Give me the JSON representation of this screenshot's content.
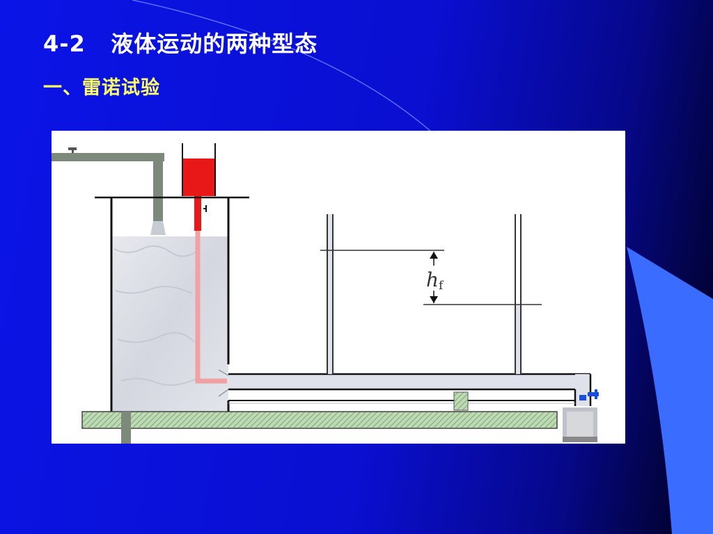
{
  "slide": {
    "title": "4-2   液体运动的两种型态",
    "subtitle": "一、雷诺试验"
  },
  "figure": {
    "label_h": "h",
    "label_sub": "f"
  },
  "colors": {
    "dye": "#e81818",
    "water": "#dfe2ea",
    "pipe": "#7d8a7b",
    "base": "#b9d8b0",
    "valve": "#1a4fd8"
  }
}
